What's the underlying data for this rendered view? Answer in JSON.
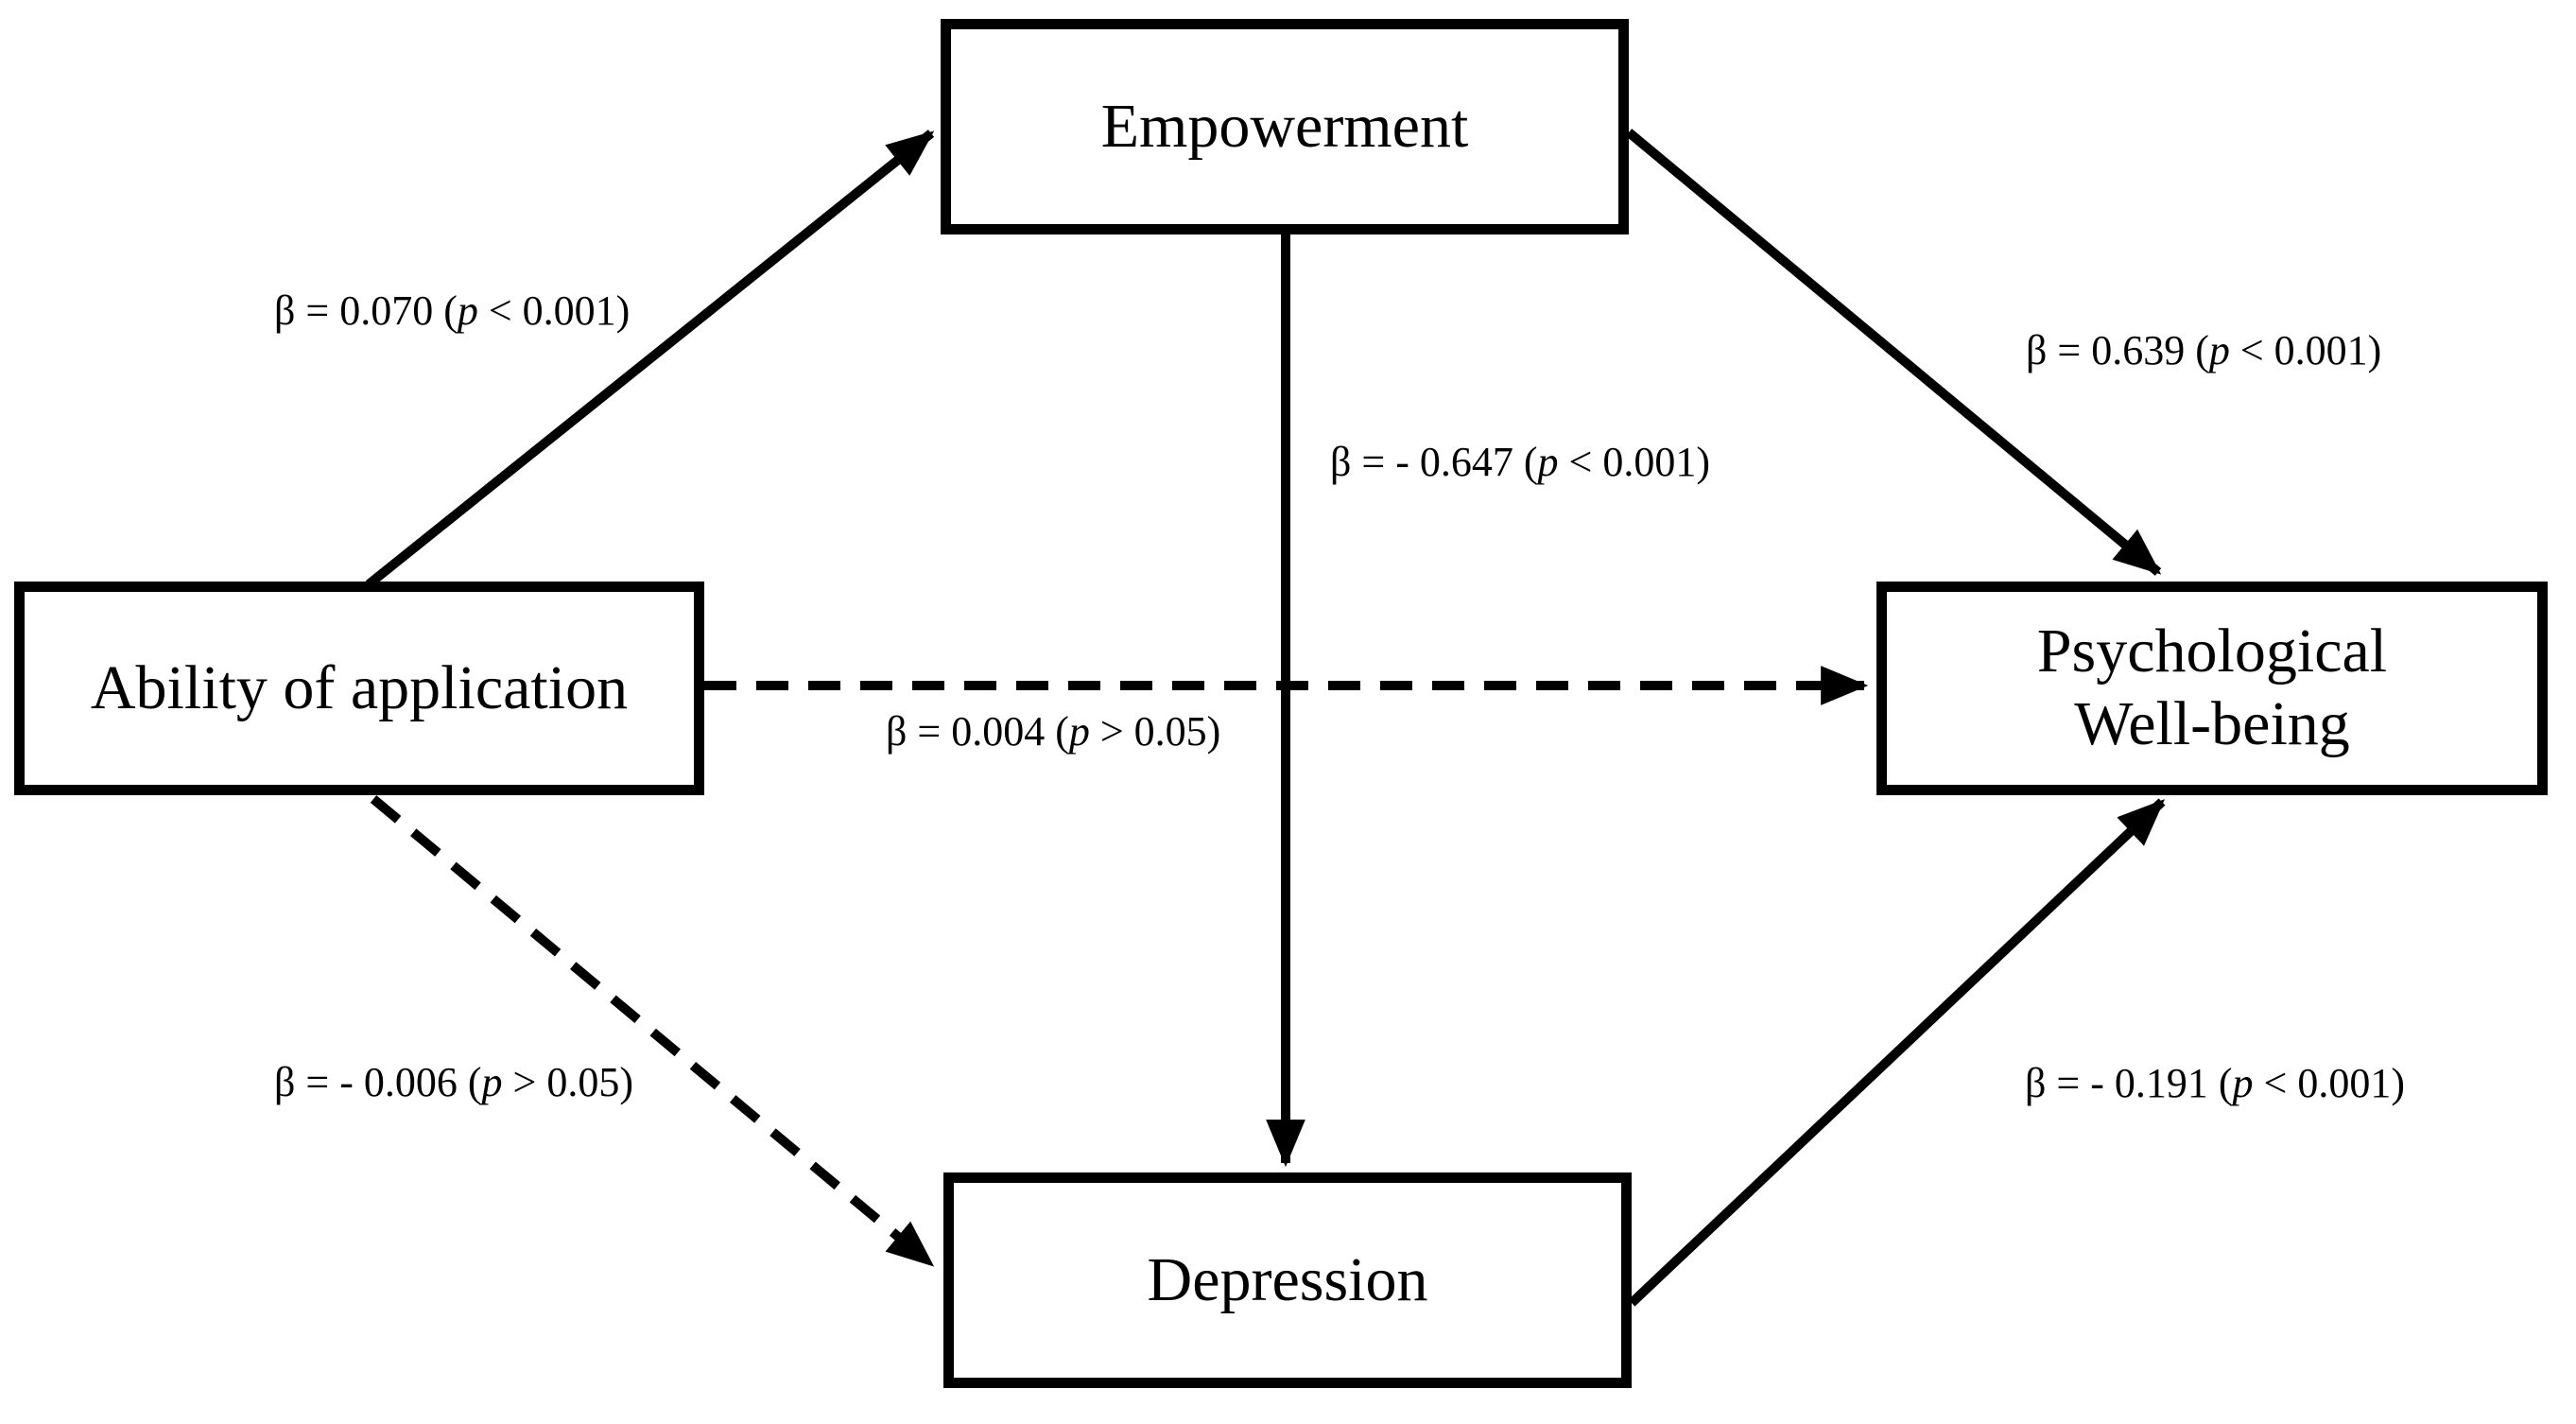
{
  "figure": {
    "type": "mediation-path-diagram",
    "background_color": "#ffffff",
    "line_color": "#000000"
  },
  "nodes": {
    "ability": {
      "label": "Ability of application"
    },
    "empowerment": {
      "label": "Empowerment"
    },
    "wellbeing": {
      "label_line1": "Psychological",
      "label_line2": "Well-being"
    },
    "depression": {
      "label": "Depression"
    }
  },
  "paths": [
    {
      "from": "Ability of application",
      "to": "Empowerment",
      "style": "solid",
      "beta": "0.070",
      "significance": "p < 0.001",
      "label_prefix": "β = 0.070 (",
      "label_p": "p",
      "label_suffix": " < 0.001)"
    },
    {
      "from": "Empowerment",
      "to": "Psychological Well-being",
      "style": "solid",
      "beta": "0.639",
      "significance": "p < 0.001",
      "label_prefix": "β = 0.639 (",
      "label_p": "p",
      "label_suffix": " < 0.001)"
    },
    {
      "from": "Empowerment",
      "to": "Depression",
      "style": "solid",
      "beta": "- 0.647",
      "significance": "p < 0.001",
      "label_prefix": "β = - 0.647 (",
      "label_p": "p",
      "label_suffix": " < 0.001)"
    },
    {
      "from": "Ability of application",
      "to": "Psychological Well-being",
      "style": "dashed",
      "beta": "0.004",
      "significance": "p > 0.05",
      "label_prefix": "β = 0.004 (",
      "label_p": "p",
      "label_suffix": " > 0.05)"
    },
    {
      "from": "Ability of application",
      "to": "Depression",
      "style": "dashed",
      "beta": "- 0.006",
      "significance": "p > 0.05",
      "label_prefix": "β = - 0.006 (",
      "label_p": "p",
      "label_suffix": " > 0.05)"
    },
    {
      "from": "Depression",
      "to": "Psychological Well-being",
      "style": "solid",
      "beta": "- 0.191",
      "significance": "p < 0.001",
      "label_prefix": "β = - 0.191 (",
      "label_p": "p",
      "label_suffix": " < 0.001)"
    }
  ]
}
